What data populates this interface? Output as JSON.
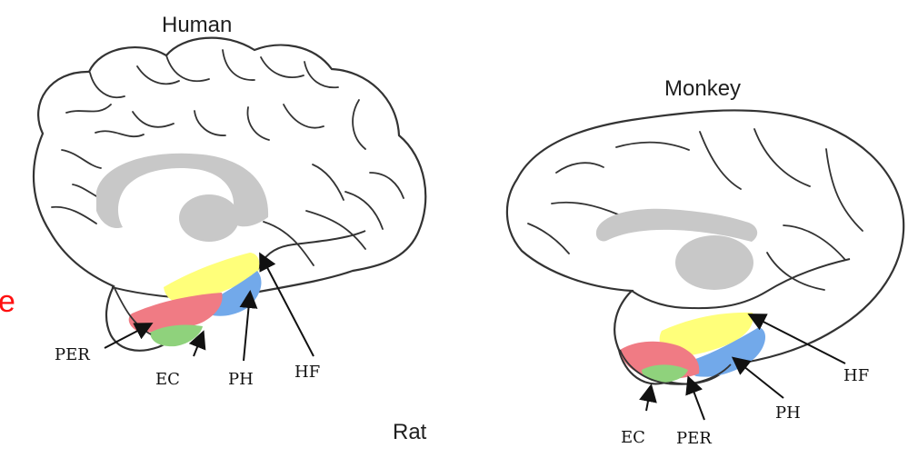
{
  "panels": {
    "human": {
      "title": "Human"
    },
    "monkey": {
      "title": "Monkey"
    },
    "rat": {
      "title": "Rat"
    }
  },
  "labels": {
    "human": {
      "per": "PER",
      "ec": "EC",
      "ph": "PH",
      "hf": "HF"
    },
    "monkey": {
      "hf": "HF",
      "ph": "PH",
      "ec": "EC",
      "per": "PER"
    }
  },
  "edge_mark": "e",
  "colors": {
    "outline": "#333333",
    "gray_structure": "#c8c8c8",
    "per": "#f07b84",
    "ec": "#8fd27c",
    "ph": "#72a9ea",
    "hf": "#ffff7a",
    "edge_mark": "#ff1010"
  }
}
